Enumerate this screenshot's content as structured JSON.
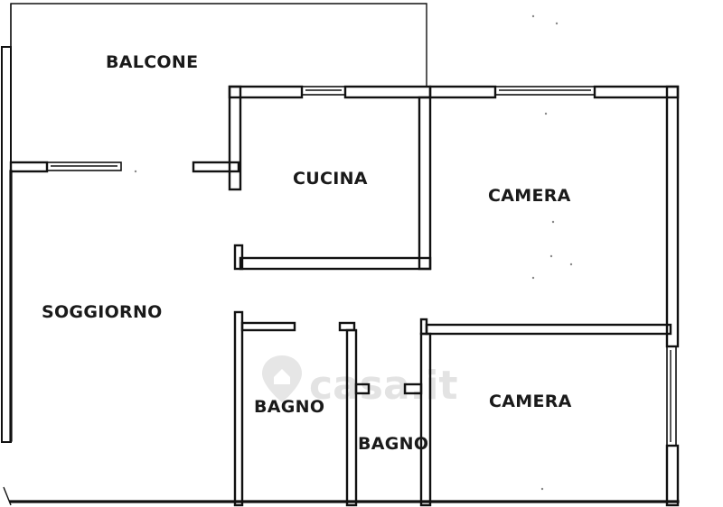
{
  "rooms": {
    "balcone": "BALCONE",
    "cucina": "CUCINA",
    "camera_1": "CAMERA",
    "camera_2": "CAMERA",
    "soggiorno": "SOGGIORNO",
    "bagno_1": "BAGNO",
    "bagno_2": "BAGNO"
  },
  "watermark": {
    "text": "casa.it",
    "icon": "house-pin-icon"
  }
}
